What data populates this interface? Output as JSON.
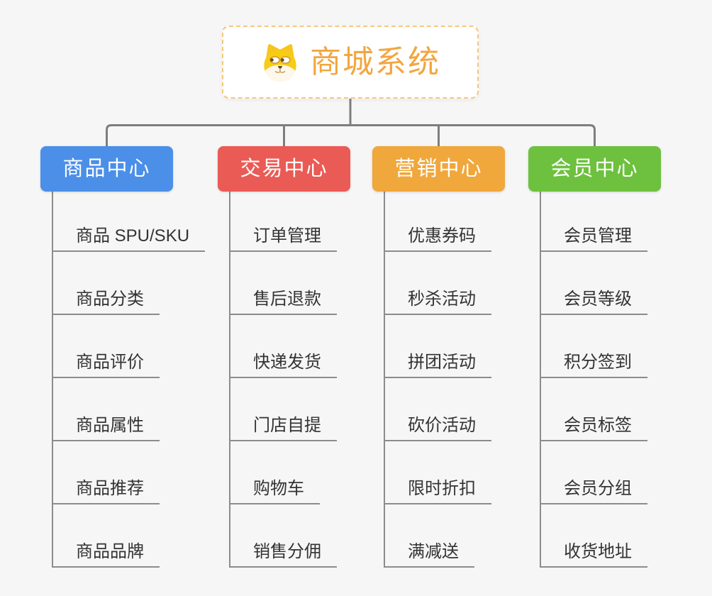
{
  "canvas": {
    "background": "#F6F6F6",
    "connector_color": "#7E7E7E",
    "leaf_line_color": "#8C8C8C",
    "leaf_text_color": "#333333"
  },
  "root": {
    "title": "商城系统",
    "icon": "shiba-dog-icon",
    "title_color": "#F2A640",
    "border_color": "#F6C77C",
    "background": "#FFFFFF"
  },
  "branches": [
    {
      "label": "商品中心",
      "color": "#4B8FE8",
      "text_color": "#FFFFFF",
      "children": [
        "商品 SPU/SKU",
        "商品分类",
        "商品评价",
        "商品属性",
        "商品推荐",
        "商品品牌"
      ]
    },
    {
      "label": "交易中心",
      "color": "#EA5B55",
      "text_color": "#FFFFFF",
      "children": [
        "订单管理",
        "售后退款",
        "快递发货",
        "门店自提",
        "购物车",
        "销售分佣"
      ]
    },
    {
      "label": "营销中心",
      "color": "#F0A73C",
      "text_color": "#FFFFFF",
      "children": [
        "优惠券码",
        "秒杀活动",
        "拼团活动",
        "砍价活动",
        "限时折扣",
        "满减送"
      ]
    },
    {
      "label": "会员中心",
      "color": "#6DC13E",
      "text_color": "#FFFFFF",
      "children": [
        "会员管理",
        "会员等级",
        "积分签到",
        "会员标签",
        "会员分组",
        "收货地址"
      ]
    }
  ]
}
